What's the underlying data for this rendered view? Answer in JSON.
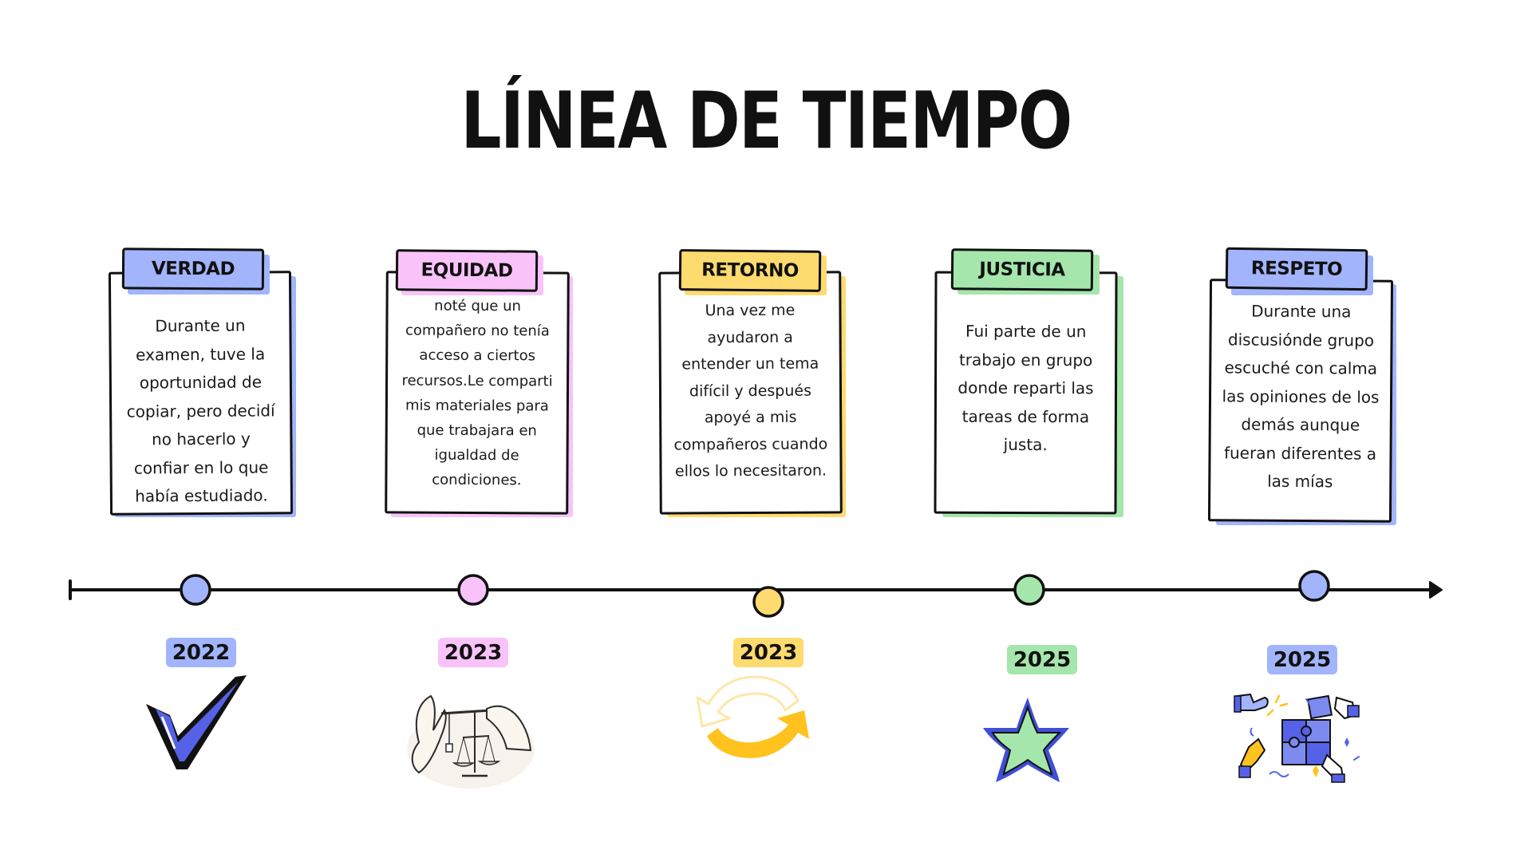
{
  "title": "LÍNEA DE TIEMPO",
  "colors": {
    "blue": "#a2b4fc",
    "pink": "#f9c3fa",
    "yellow": "#fedb6e",
    "green": "#a4e6ac",
    "accent_yellow": "#ffc21f",
    "accent_blue": "#5562e8"
  },
  "events": [
    {
      "label": "VERDAD",
      "text": "Durante un examen, tuve la oportunidad de copiar, pero decidí no hacerlo y confiar en lo que había estudiado.",
      "year": "2022",
      "color": "#a2b4fc",
      "icon": "checkmark-icon"
    },
    {
      "label": "EQUIDAD",
      "text": "noté que un compañero no tenía acceso a ciertos recursos.Le comparti  mis materiales para que trabajara en igualdad de condiciones.",
      "year": "2023",
      "color": "#f9c3fa",
      "icon": "scales-of-justice-icon"
    },
    {
      "label": "RETORNO",
      "text": "Una vez me ayudaron a entender un tema difícil  y después apoyé a mis compañeros cuando ellos lo necesitaron.",
      "year": "2023",
      "color": "#fedb6e",
      "icon": "cycle-arrows-icon"
    },
    {
      "label": "JUSTICIA",
      "text": "Fui parte de un trabajo en grupo donde reparti las tareas de forma justa.",
      "year": "2025",
      "color": "#a4e6ac",
      "icon": "star-icon"
    },
    {
      "label": "RESPETO",
      "text": "Durante una discusiónde grupo escuché con calma las opiniones de los demás aunque fueran diferentes a las mías",
      "year": "2025",
      "color": "#a2b4fc",
      "icon": "puzzle-teamwork-icon"
    }
  ]
}
